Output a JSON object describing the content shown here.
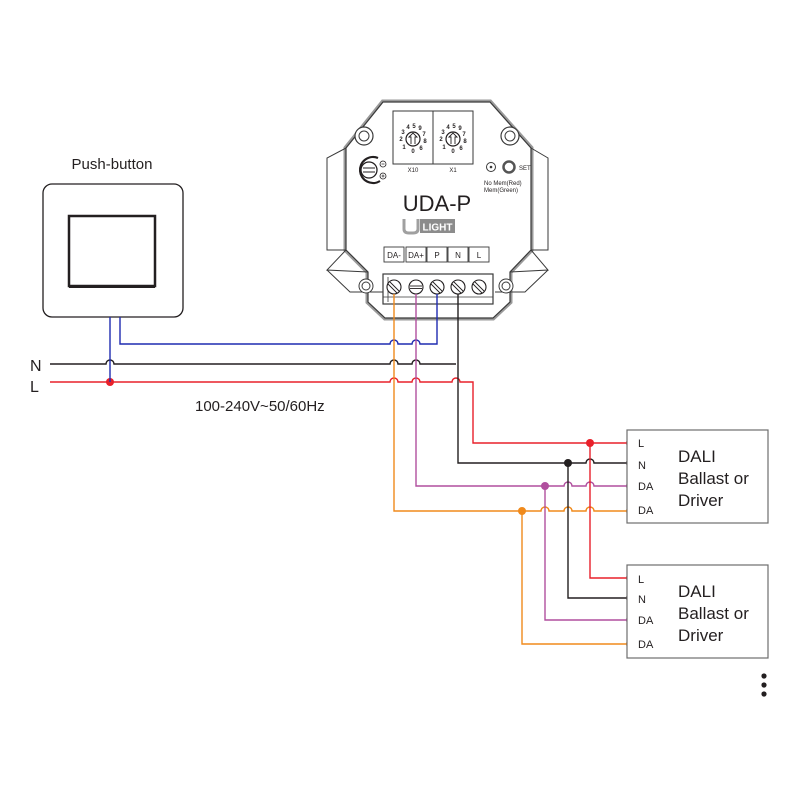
{
  "diagram": {
    "title": "UDA-P wiring diagram",
    "colors": {
      "L": "#e8202a",
      "N": "#231f20",
      "P": "#1f2bb0",
      "DA_plus": "#b04f9e",
      "DA_minus": "#f08a1c",
      "outline": "#4d4d4d"
    }
  },
  "push_button": {
    "label": "Push-button"
  },
  "mains": {
    "n_label": "N",
    "l_label": "L",
    "voltage_label": "100-240V~50/60Hz"
  },
  "device": {
    "model": "UDA-P",
    "brand_u": "U",
    "brand_light": "LIGHT",
    "rotary_x10_label": "X10",
    "rotary_x1_label": "X1",
    "dial_digits": [
      "0",
      "1",
      "2",
      "3",
      "4",
      "5",
      "6",
      "7",
      "8",
      "9"
    ],
    "set_label": "SET",
    "led_text_1": "No Mem(Red)",
    "led_text_2": "Mem(Green)",
    "pot_minus": "−",
    "pot_plus": "+",
    "terminals": [
      "DA-",
      "DA+",
      "P",
      "N",
      "L"
    ]
  },
  "drivers": [
    {
      "title_1": "DALI",
      "title_2": "Ballast or",
      "title_3": "Driver",
      "pins": [
        "L",
        "N",
        "DA",
        "DA"
      ]
    },
    {
      "title_1": "DALI",
      "title_2": "Ballast or",
      "title_3": "Driver",
      "pins": [
        "L",
        "N",
        "DA",
        "DA"
      ]
    }
  ],
  "continuation": "more-drivers-ellipsis"
}
